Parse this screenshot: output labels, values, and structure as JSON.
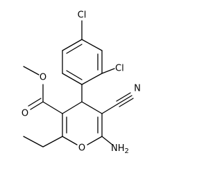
{
  "structure": {
    "atom_labels": {
      "cl_top": "Cl",
      "cl_right": "Cl",
      "ester_o_methoxy": "O",
      "ester_o_carbonyl": "O",
      "nitrile_n": "N",
      "ring_o": "O",
      "amino": "NH",
      "amino_subscript": "2"
    }
  }
}
